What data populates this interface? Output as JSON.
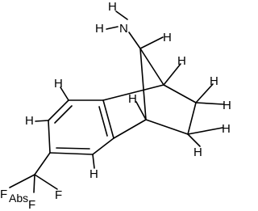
{
  "molecule": {
    "atom_labels": {
      "n": "N",
      "nh_h1": "H",
      "nh_h2": "H",
      "bridge_h": "H",
      "bridgehead_top_h": "H",
      "ring_h_upper_left": "H",
      "ring_h_left": "H",
      "ch2_upper_h1": "H",
      "ch2_upper_h2": "H",
      "bridgehead_lower_h": "H",
      "ch2_lower_h1": "H",
      "ch2_lower_h2": "H",
      "ring_h_bottom": "H",
      "fluorine_right": "F",
      "fluorine_left": "F",
      "fluorine_bottom": "F"
    },
    "stereo_flag": "Abs"
  },
  "colors": {
    "bond": "#000000",
    "text": "#000000",
    "background": "#ffffff"
  }
}
